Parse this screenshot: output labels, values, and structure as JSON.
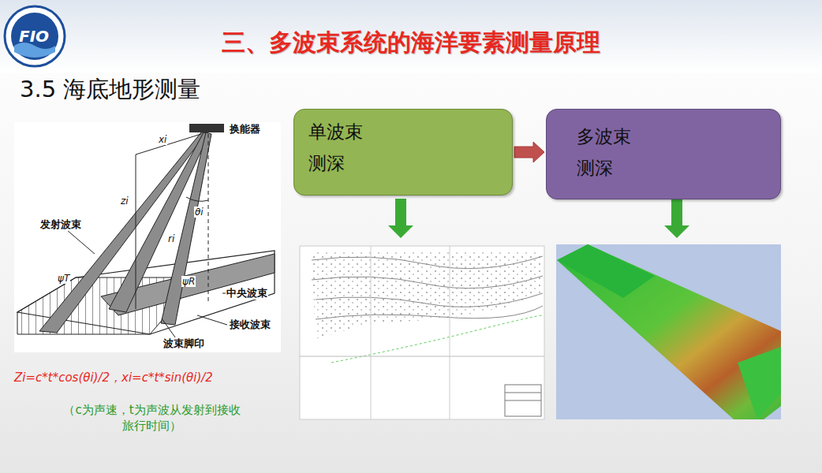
{
  "diagram": {
    "title": "三、多波束系统的海洋要素测量原理",
    "nodes": [
      {
        "text": [
          "单波束 测深"
        ]
      },
      {
        "text": [
          "多波束 测深"
        ]
      }
    ],
    "edges": [
      {
        "from": 0,
        "to": 1,
        "arrow": "to"
      }
    ],
    "labels": [
      "FIO",
      "3.5 海底地形测量",
      "换能器",
      "xi",
      "zi",
      "θi",
      "ri",
      "发射波束",
      "ψT",
      "ψR",
      "中央波束",
      "接收波束",
      "波束脚印",
      "Zi=c*t*cos(θi)/2，xi=c*t*sin(θi)/2",
      "（c为声速，t为声波从发射到接收旅行时间）"
    ]
  }
}
